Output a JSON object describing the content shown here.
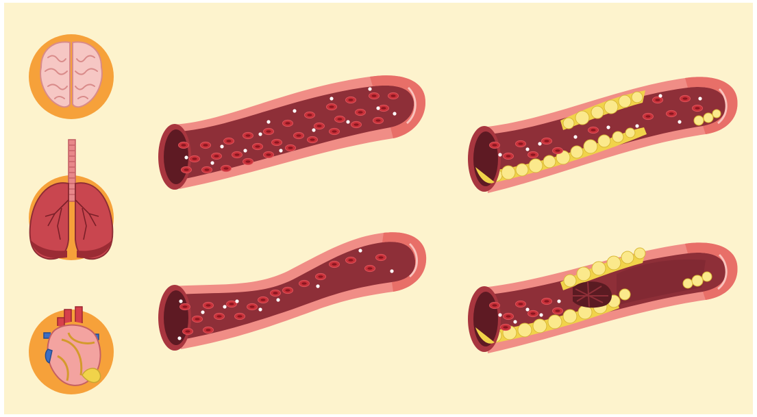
{
  "colors": {
    "background": "#fdf3cd",
    "organ_circle": "#f6a13a",
    "vessel_wall_outer": "#f08d86",
    "vessel_wall_inner": "#e86f68",
    "lumen": "#8e2f38",
    "lumen_dark": "#6a1f28",
    "blood_cell": "#c8313a",
    "blood_cell_center": "#8a1620",
    "white_cell": "#ffffff",
    "plaque": "#f1d34a",
    "plaque_light": "#fbe98c",
    "clot": "#5a1b22"
  },
  "panels": {
    "organs": [
      "brain-icon",
      "lungs-icon",
      "heart-icon"
    ],
    "vessels": [
      {
        "name": "healthy-artery",
        "state": "healthy"
      },
      {
        "name": "plaque-artery",
        "state": "plaque"
      },
      {
        "name": "narrowed-artery",
        "state": "narrowed"
      },
      {
        "name": "blocked-artery",
        "state": "blocked"
      }
    ]
  }
}
